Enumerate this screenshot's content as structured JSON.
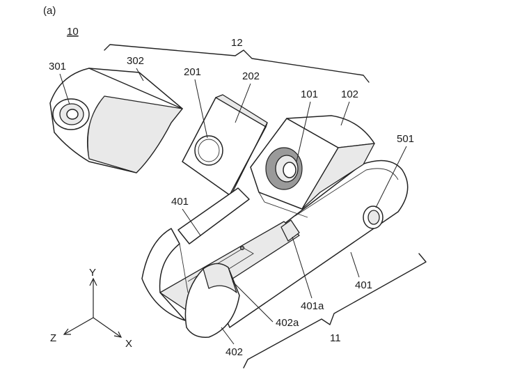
{
  "figure": {
    "panel_label": "(a)",
    "assembly_ref": "10",
    "group_refs": {
      "upper": "12",
      "lower": "11"
    },
    "parts": {
      "lens_left": "301",
      "housing_left": "302",
      "lens_middle": "201",
      "housing_middle": "202",
      "lens_right": "101",
      "housing_right": "102",
      "hinge_cap": "501",
      "base_arm_top": "401",
      "base_arm_right": "401",
      "base_slot_right": "401a",
      "base_front": "402",
      "base_slot_front": "402a"
    },
    "axes": {
      "y": "Y",
      "z": "Z",
      "x": "X"
    }
  }
}
